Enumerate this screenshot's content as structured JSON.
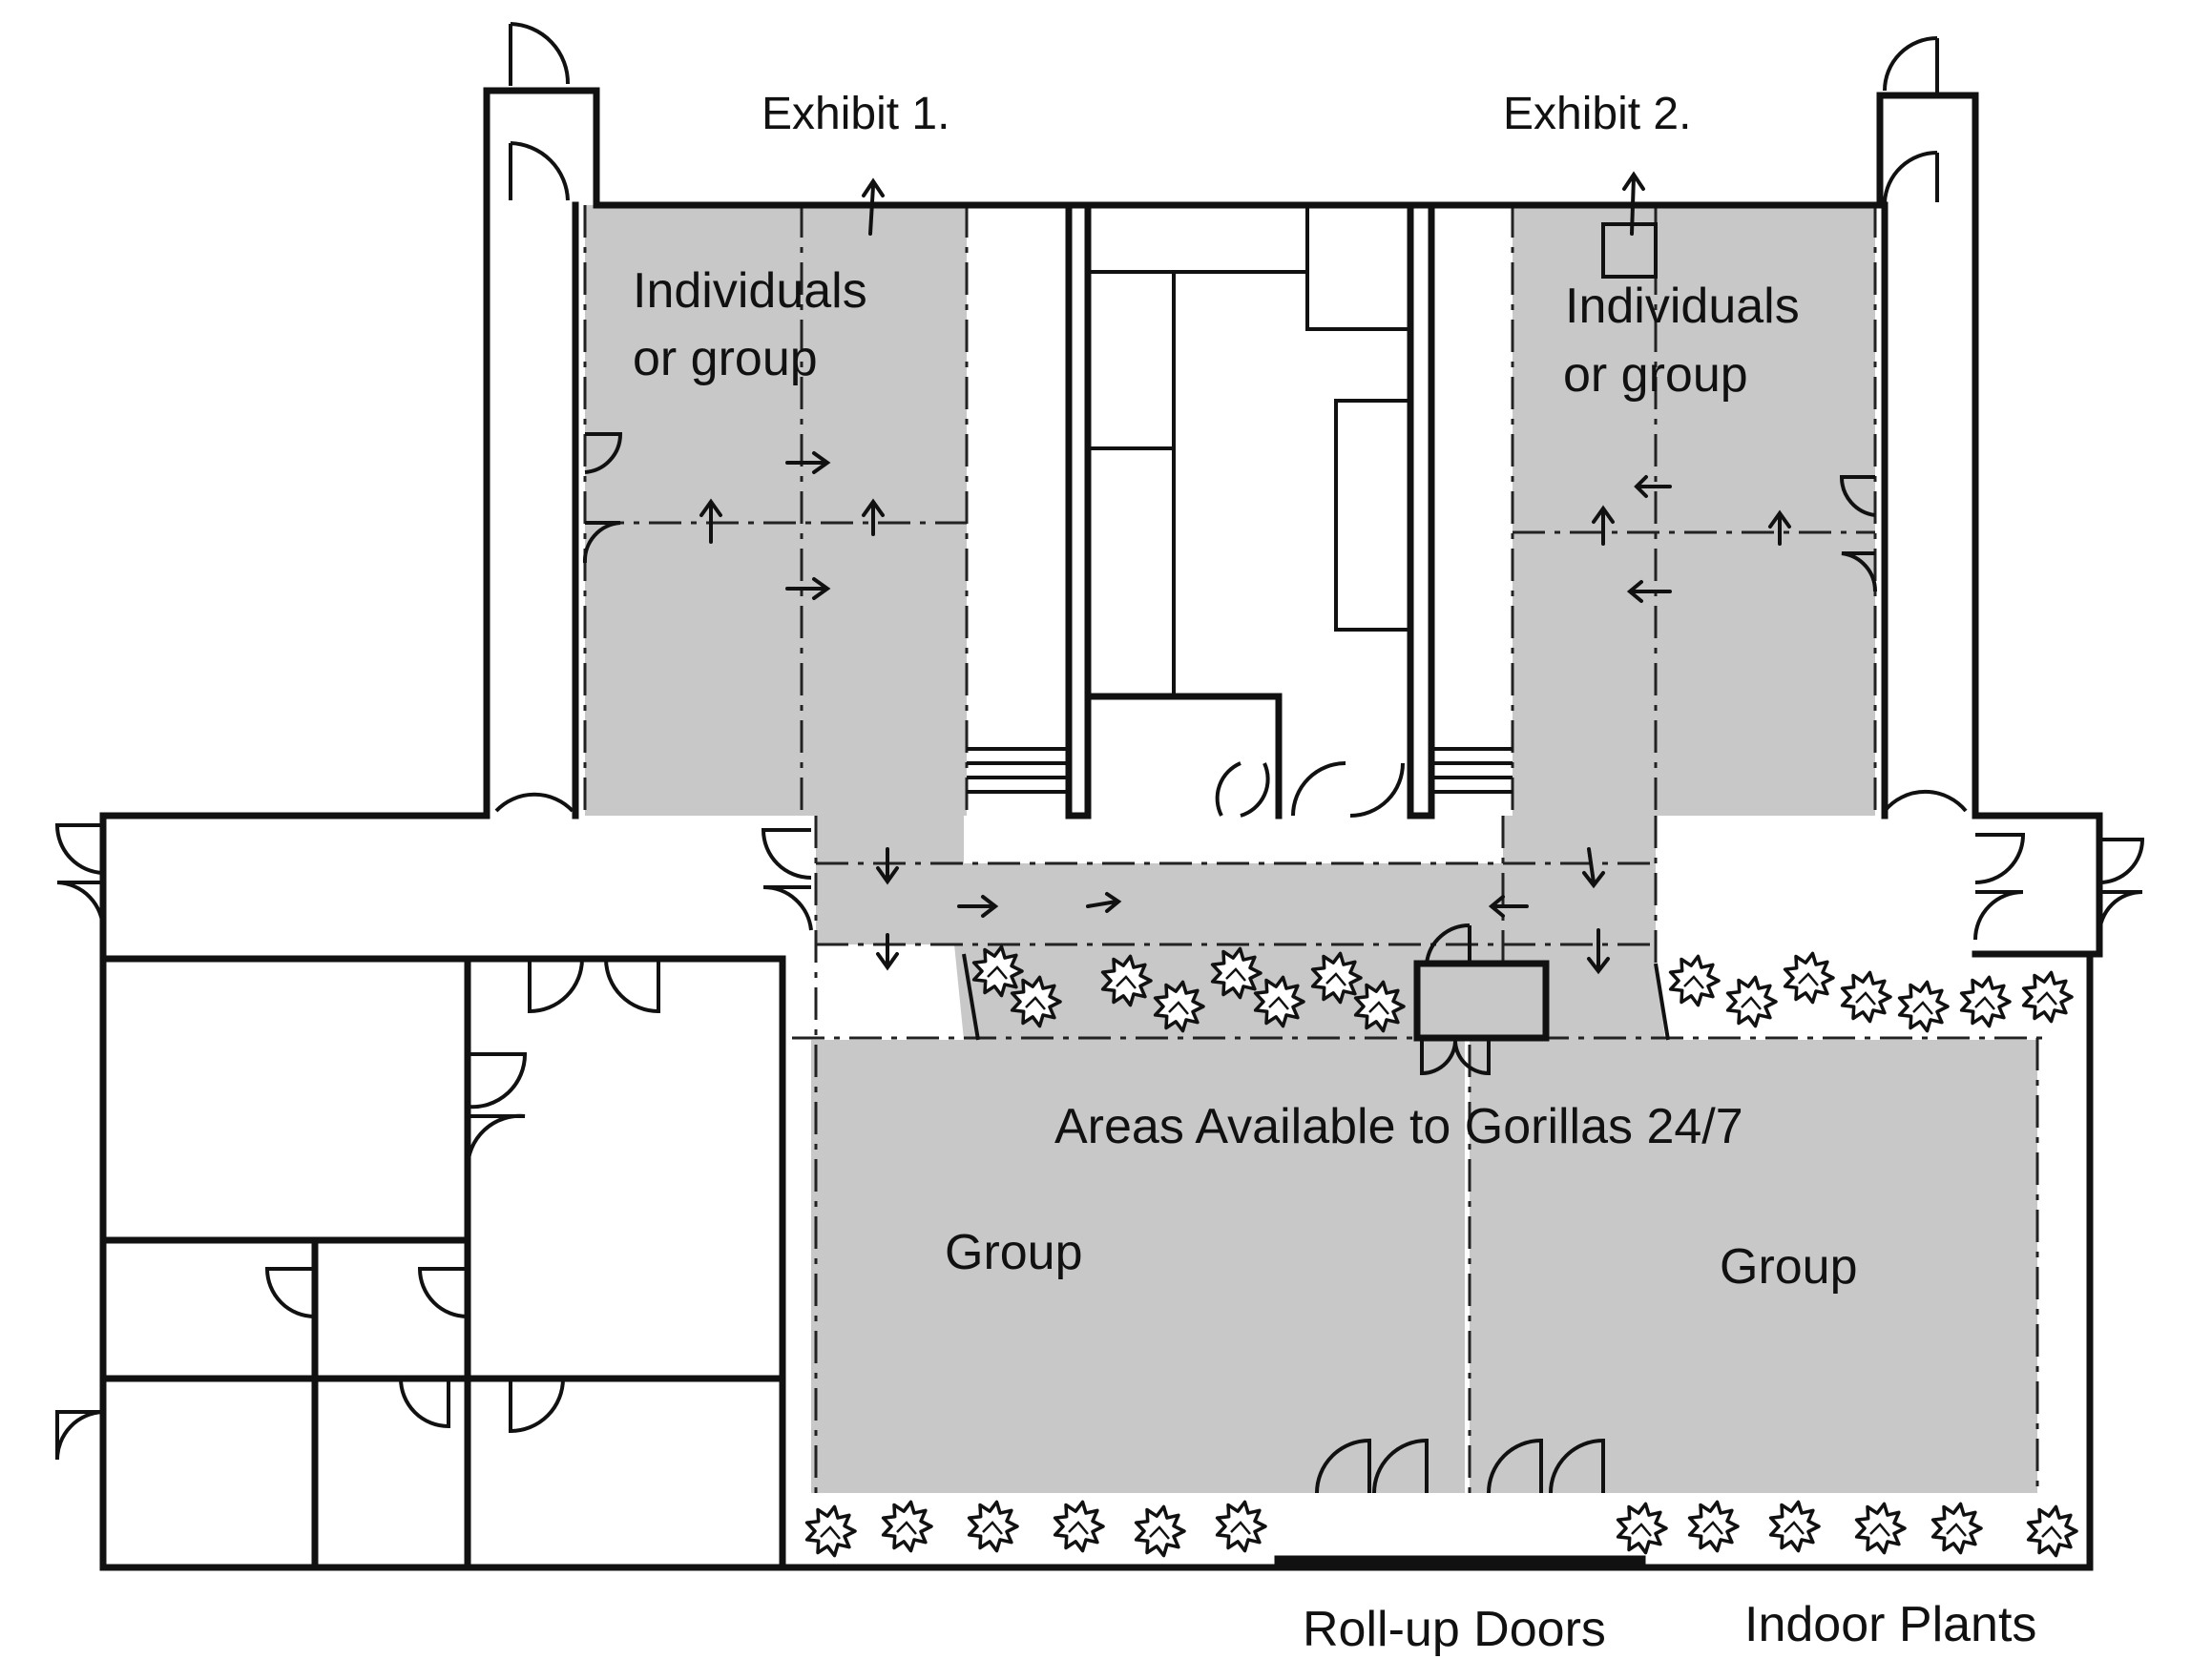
{
  "title": "",
  "labels": {
    "exhibit1": "Exhibit 1.",
    "exhibit2": "Exhibit 2.",
    "individuals_line1": "Individuals",
    "individuals_line2": "or group",
    "individuals2_line1": "Individuals",
    "individuals2_line2": "or group",
    "areas_available": "Areas Available to Gorillas 24/7",
    "group_left": "Group",
    "group_right": "Group",
    "rollup_doors": "Roll-up Doors",
    "indoor_plants": "Indoor Plants"
  },
  "colors": {
    "gorilla_area": "#c8c8c8",
    "walls": "#111111",
    "background": "#ffffff"
  },
  "icons": [
    "door-swing-icon",
    "direction-arrow-icon",
    "plant-icon"
  ]
}
